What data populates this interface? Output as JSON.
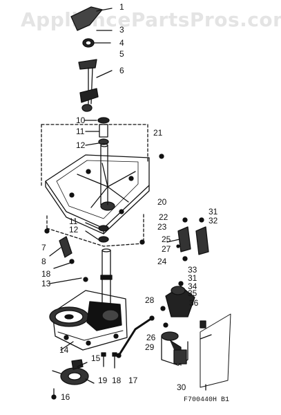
{
  "watermark": "AppliancePartsPros.com",
  "document_code": "F700440H B1",
  "part_labels": [
    "1",
    "3",
    "4",
    "5",
    "6",
    "10",
    "11",
    "12",
    "21",
    "20",
    "22",
    "31",
    "32",
    "23",
    "25",
    "27",
    "24",
    "11",
    "12",
    "7",
    "8",
    "18",
    "13",
    "33",
    "31",
    "34",
    "35",
    "28",
    "36",
    "26",
    "29",
    "14",
    "15",
    "19",
    "18",
    "17",
    "16",
    "30"
  ]
}
